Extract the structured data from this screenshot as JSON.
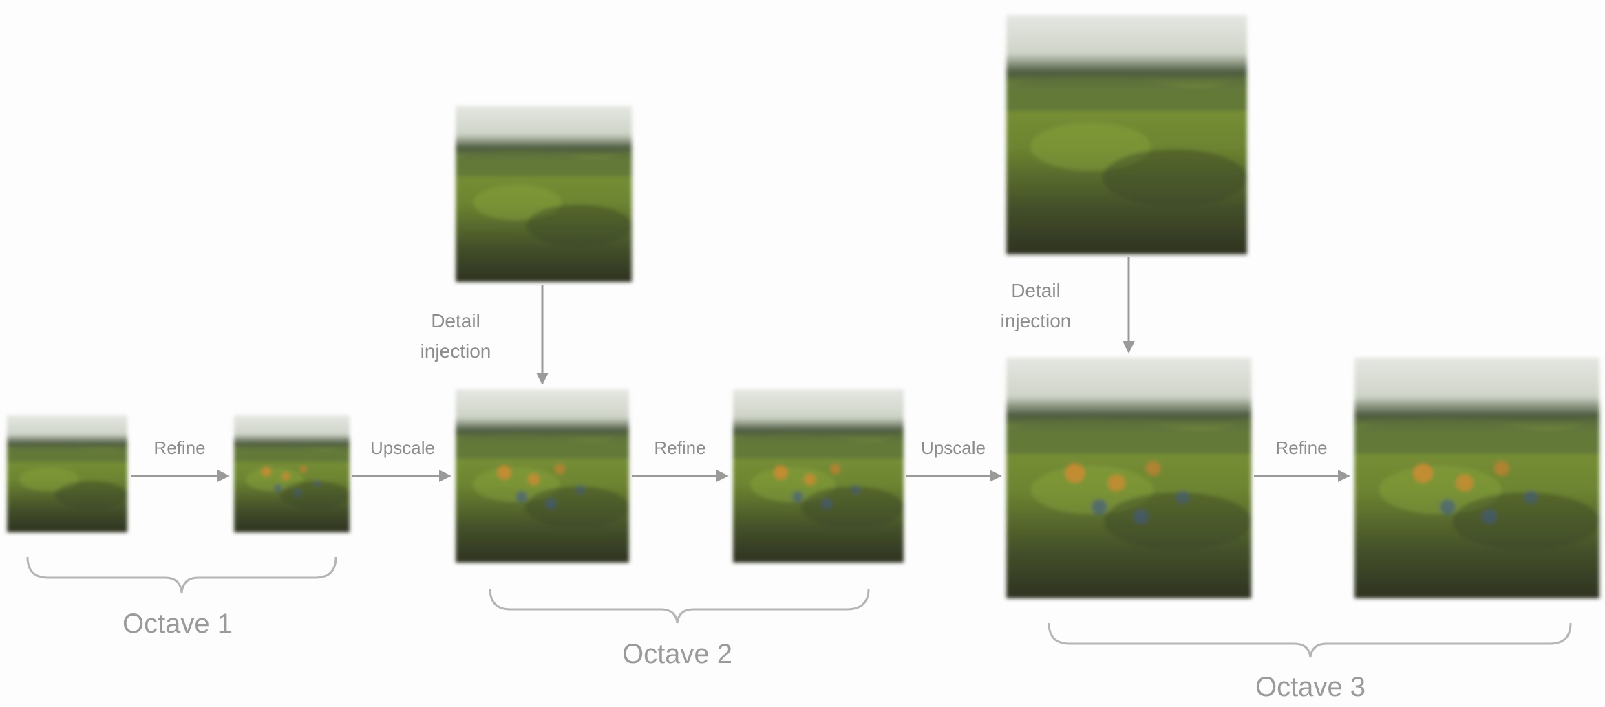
{
  "colors": {
    "background": "#fdfdfd",
    "text": "#8c8c8c",
    "arrow": "#9a9a9a",
    "sky": "#dfe3dc",
    "treeline": "#44543a",
    "grass": "#7f9a3a",
    "grass_dark": "#2f3322",
    "flower_orange": "#d98a30",
    "flower_blue": "#3f5a8c"
  },
  "labels": {
    "refine": "Refine",
    "upscale": "Upscale",
    "detail_line1": "Detail",
    "detail_line2": "injection",
    "octave_1": "Octave 1",
    "octave_2": "Octave 2",
    "octave_3": "Octave 3"
  },
  "icons": {
    "image": "meadow-image-icon",
    "arrow": "arrow-right-icon",
    "arrow_down": "arrow-down-icon"
  }
}
